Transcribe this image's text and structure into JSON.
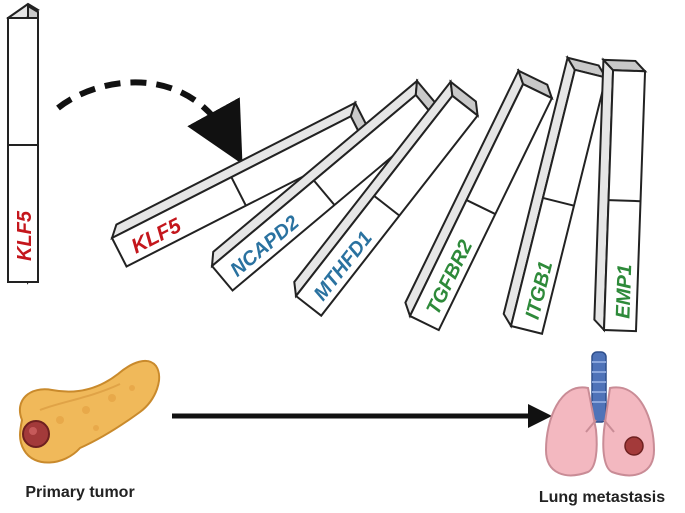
{
  "colors": {
    "red": "#c4161c",
    "blue": "#2a72a0",
    "green": "#2e8a3a",
    "domino_face": "#ffffff",
    "domino_top": "#e6e6e6",
    "domino_side": "#c9c9c9",
    "outline": "#222222",
    "arrow": "#111111",
    "pancreas": "#f0b95a",
    "tumor": "#a33a3a",
    "lung": "#f3b8c0",
    "trachea": "#4f73b8"
  },
  "dominoes": [
    {
      "gene": "KLF5",
      "color": "red"
    },
    {
      "gene": "KLF5",
      "color": "red"
    },
    {
      "gene": "NCAPD2",
      "color": "blue"
    },
    {
      "gene": "MTHFD1",
      "color": "blue"
    },
    {
      "gene": "TGFBR2",
      "color": "green"
    },
    {
      "gene": "ITGB1",
      "color": "green"
    },
    {
      "gene": "EMP1",
      "color": "green"
    }
  ],
  "labels": {
    "primary": "Primary tumor",
    "metastasis": "Lung metastasis"
  },
  "icons": {
    "pancreas": "pancreas-icon",
    "lungs": "lungs-icon",
    "curved_arrow": "curved-dashed-arrow-icon",
    "progression_arrow": "arrow-right-icon"
  }
}
